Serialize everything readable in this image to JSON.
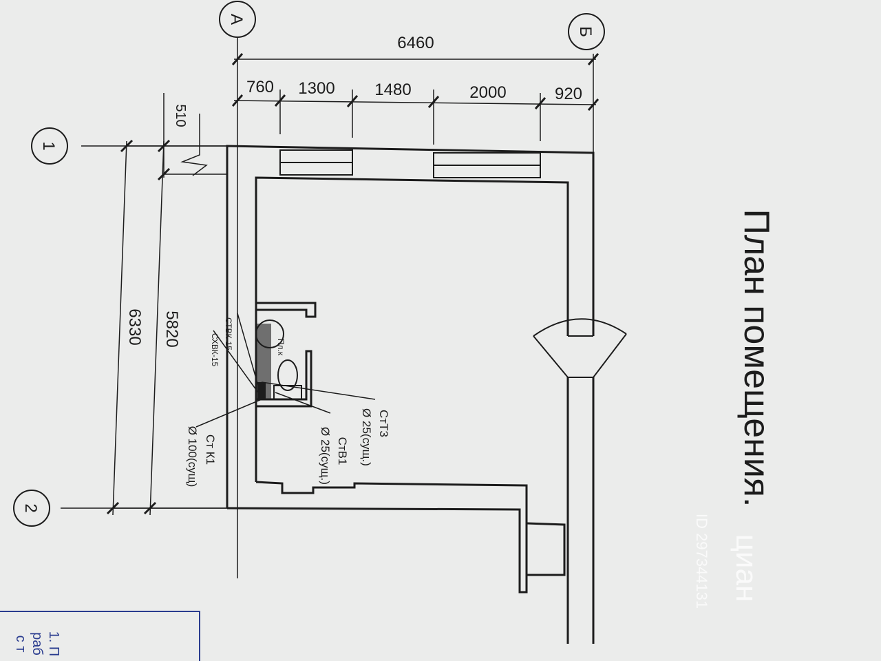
{
  "title": "План помещения.",
  "axes": {
    "letters": [
      "А",
      "Б"
    ],
    "numbers": [
      "1",
      "2"
    ]
  },
  "dimensions": {
    "overall_width": "6460",
    "segments": [
      "760",
      "1300",
      "1480",
      "2000",
      "920"
    ],
    "left_offset": "510",
    "overall_height": "6330",
    "inner_height": "5820"
  },
  "callouts": {
    "st_t3": "СтТ3",
    "st_t3_dia": "Ø 25(сущ.)",
    "st_v1": "СтВ1",
    "st_v1_dia": "Ø 25(сущ.)",
    "st_k1": "Ст К1",
    "st_k1_dia": "Ø 100(сущ)",
    "stvk": "СТВК-15",
    "shvk": "СХВК-15",
    "pl": "Пл.к"
  },
  "watermark": {
    "brand": "циан",
    "id": "ID 297344131"
  },
  "stamp": {
    "lines": [
      "1. П",
      "раб",
      "с т"
    ]
  }
}
